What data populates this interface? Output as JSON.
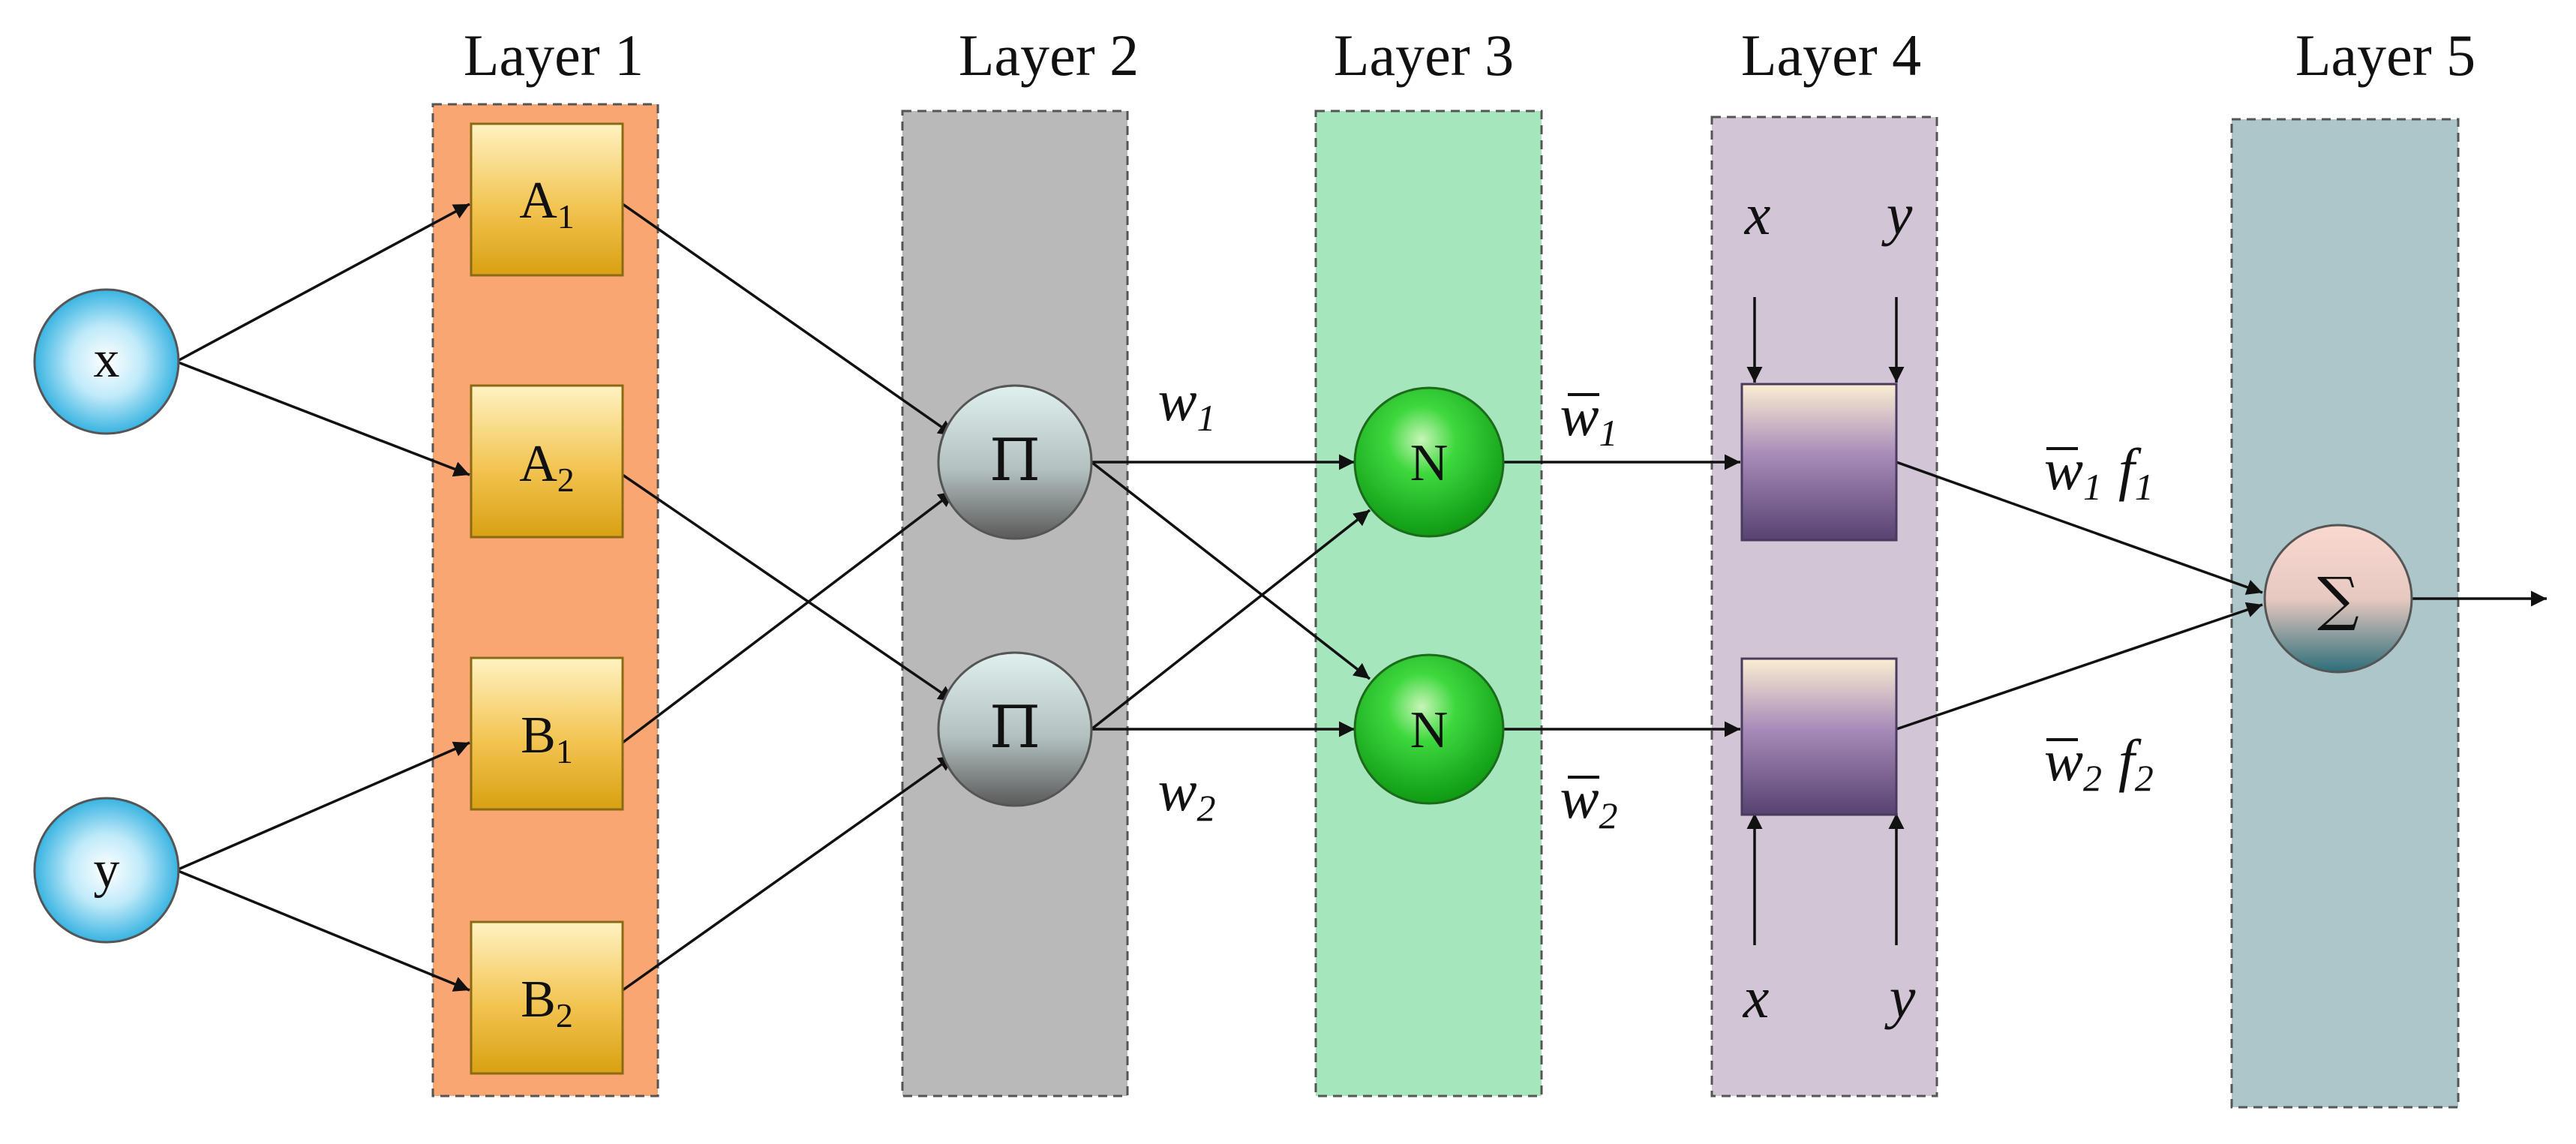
{
  "layers": [
    {
      "title": "Layer 1",
      "color": "#f9a672"
    },
    {
      "title": "Layer 2",
      "color": "#b9b9b9"
    },
    {
      "title": "Layer 3",
      "color": "#a6e6bd"
    },
    {
      "title": "Layer 4",
      "color": "#d2c5d6"
    },
    {
      "title": "Layer 5",
      "color": "#adc6c9"
    }
  ],
  "inputs": {
    "x": "x",
    "y": "y"
  },
  "membership": {
    "a1": {
      "base": "A",
      "sub": "1"
    },
    "a2": {
      "base": "A",
      "sub": "2"
    },
    "b1": {
      "base": "B",
      "sub": "1"
    },
    "b2": {
      "base": "B",
      "sub": "2"
    }
  },
  "rules": {
    "symbol": "Π"
  },
  "norm": {
    "symbol": "N"
  },
  "sum": {
    "symbol": "∑"
  },
  "weights": {
    "w1": {
      "base": "w",
      "sub": "1"
    },
    "w2": {
      "base": "w",
      "sub": "2"
    }
  },
  "norm_weights": {
    "w1": {
      "base": "w",
      "sub": "1"
    },
    "w2": {
      "base": "w",
      "sub": "2"
    }
  },
  "consequent_inputs": {
    "x": "x",
    "y": "y"
  },
  "outputs": {
    "f1": {
      "w": "w",
      "wsub": "1",
      "f": "f",
      "fsub": "1"
    },
    "f2": {
      "w": "w",
      "wsub": "2",
      "f": "f",
      "fsub": "2"
    }
  },
  "colors": {
    "input_node": "#29b6e8",
    "membership_box": "#e9b420",
    "rule_node": "#8c8c8c",
    "norm_node": "#18c418",
    "consequent_box": "#6e4f8a",
    "sum_node": "#2f6f7a"
  }
}
